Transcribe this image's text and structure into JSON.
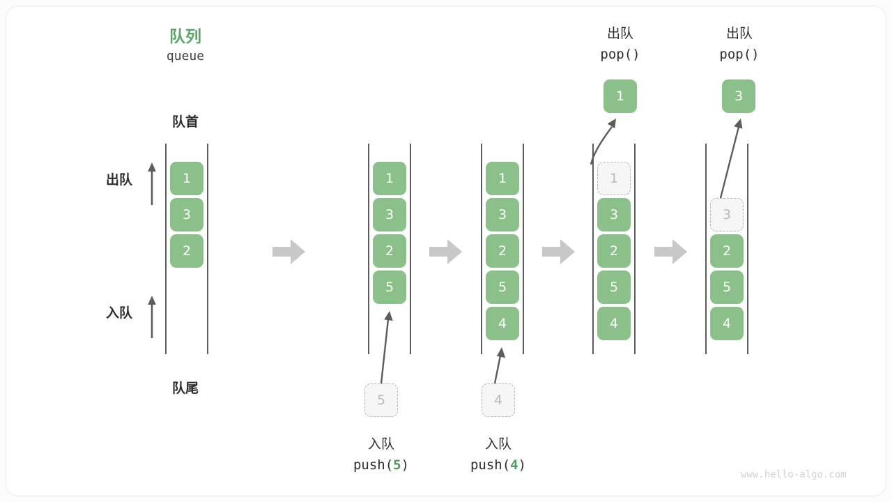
{
  "diagram": {
    "title_cn": "队列",
    "title_en": "queue",
    "front_label": "队首",
    "rear_label": "队尾",
    "dequeue_label": "出队",
    "enqueue_label": "入队",
    "watermark": "www.hello-algo.com",
    "colors": {
      "accent_green": "#8cc08a",
      "title_green": "#5aa469",
      "ghost_fill": "#f6f6f6",
      "ghost_border": "#b5b5b5",
      "ghost_text": "#b9b9b9",
      "rail": "#5c5c5c",
      "arrow_gray": "#5c5c5c",
      "step_arrow": "#c8c8c8",
      "text": "#2e2e2e",
      "watermark": "#d2d2d2"
    }
  },
  "steps": [
    {
      "id": "initial",
      "cells": [
        "1",
        "3",
        "2"
      ],
      "op_cn": "",
      "op_code_prefix": "",
      "op_code_arg": "",
      "op_code_suffix": "",
      "incoming_ghost": "",
      "popped": ""
    },
    {
      "id": "push-5",
      "cells": [
        "1",
        "3",
        "2",
        "5"
      ],
      "op_cn": "入队",
      "op_code_prefix": "push(",
      "op_code_arg": "5",
      "op_code_suffix": ")",
      "incoming_ghost": "5",
      "popped": ""
    },
    {
      "id": "push-4",
      "cells": [
        "1",
        "3",
        "2",
        "5",
        "4"
      ],
      "op_cn": "入队",
      "op_code_prefix": "push(",
      "op_code_arg": "4",
      "op_code_suffix": ")",
      "incoming_ghost": "4",
      "popped": ""
    },
    {
      "id": "pop-1",
      "cells": [
        "1",
        "3",
        "2",
        "5",
        "4"
      ],
      "ghost_index": 0,
      "op_cn": "出队",
      "op_code_prefix": "pop(",
      "op_code_arg": "",
      "op_code_suffix": ")",
      "incoming_ghost": "",
      "popped": "1"
    },
    {
      "id": "pop-3",
      "cells": [
        "",
        "3",
        "2",
        "5",
        "4"
      ],
      "ghost_index": 1,
      "op_cn": "出队",
      "op_code_prefix": "pop(",
      "op_code_arg": "",
      "op_code_suffix": ")",
      "incoming_ghost": "",
      "popped": "3"
    }
  ],
  "step_arrows": [
    {
      "id": "arrow-1-2"
    },
    {
      "id": "arrow-2-3"
    },
    {
      "id": "arrow-3-4"
    },
    {
      "id": "arrow-4-5"
    }
  ]
}
